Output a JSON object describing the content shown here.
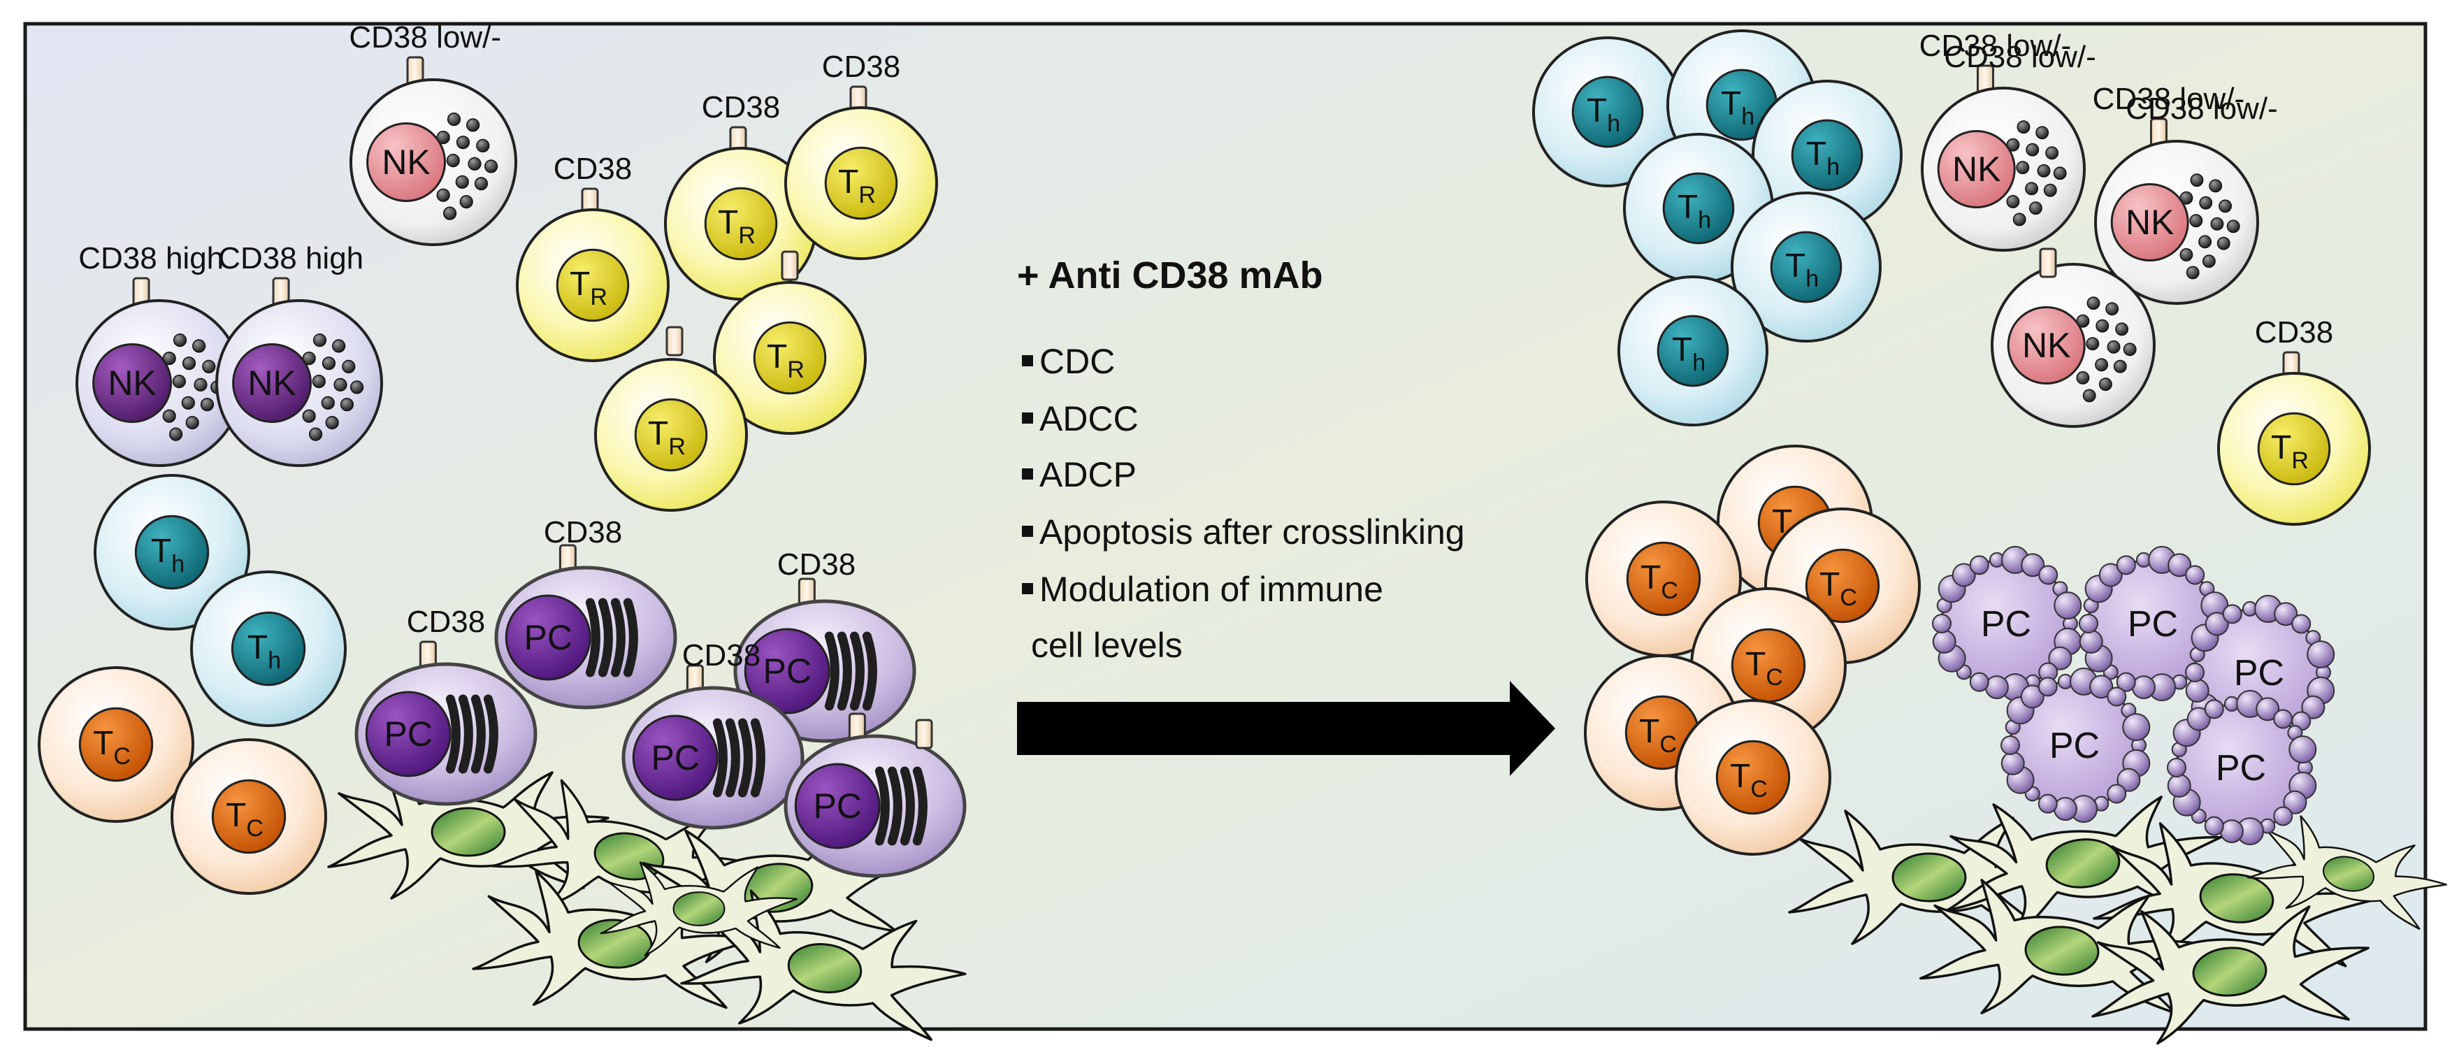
{
  "labels": {
    "cd38": "CD38",
    "cd38_high": "CD38 high",
    "cd38_low": "CD38 low/-"
  },
  "cells": {
    "nk": "NK",
    "pc": "PC",
    "t": "T",
    "sub_r": "R",
    "sub_h": "h",
    "sub_c": "C"
  },
  "treatment": {
    "title": "+ Anti CD38 mAb",
    "mechanisms": [
      "CDC",
      "ADCC",
      "ADCP",
      "Apoptosis after crosslinking",
      "Modulation of immune",
      "cell levels"
    ]
  },
  "colors": {
    "nk_low_nucleus": "#e8959b",
    "nk_high_nucleus": "#6b2a86",
    "treg": "#e6d528",
    "th": "#1b8a99",
    "tc": "#e86a10",
    "pc": "#6e2a94"
  }
}
